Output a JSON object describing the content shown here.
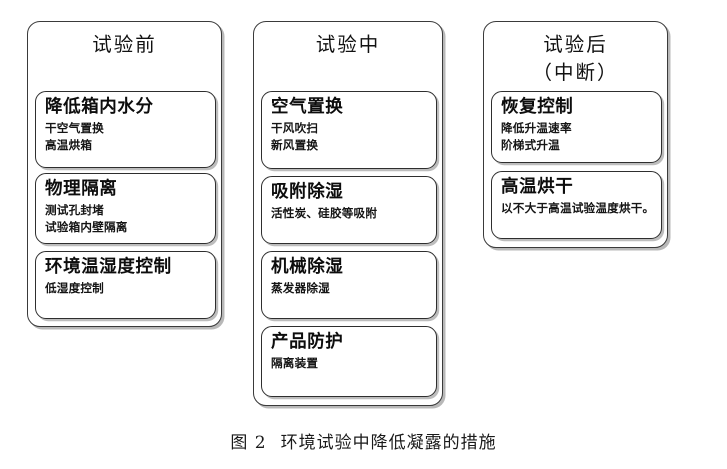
{
  "figure": {
    "caption_label": "图 2",
    "caption_text": "环境试验中降低凝露的措施",
    "caption_full": "图 2　环境试验中降低凝露的措施"
  },
  "colors": {
    "background": "#ffffff",
    "border": "#2e2e2e",
    "shadow": "#bdbdbd",
    "text": "#111111"
  },
  "columns": [
    {
      "id": "before-test",
      "header_lines": [
        "试验前"
      ],
      "cards": [
        {
          "title": "降低箱内水分",
          "lines": [
            "干空气置换",
            "高温烘箱"
          ]
        },
        {
          "title": "物理隔离",
          "lines": [
            "测试孔封堵",
            "试验箱内壁隔离"
          ]
        },
        {
          "title": "环境温湿度控制",
          "lines": [
            "低湿度控制"
          ]
        }
      ]
    },
    {
      "id": "during-test",
      "header_lines": [
        "试验中"
      ],
      "cards": [
        {
          "title": "空气置换",
          "lines": [
            "干风吹扫",
            "新风置换"
          ]
        },
        {
          "title": "吸附除湿",
          "lines": [
            "活性炭、硅胶等吸附"
          ]
        },
        {
          "title": "机械除湿",
          "lines": [
            "蒸发器除湿"
          ]
        },
        {
          "title": "产品防护",
          "lines": [
            "隔离装置"
          ]
        }
      ]
    },
    {
      "id": "after-test",
      "header_lines": [
        "试验后",
        "（中断）"
      ],
      "cards": [
        {
          "title": "恢复控制",
          "lines": [
            "降低升温速率",
            "阶梯式升温"
          ]
        },
        {
          "title": "高温烘干",
          "lines": [
            "以不大于高温试验温度烘干。"
          ]
        }
      ]
    }
  ]
}
